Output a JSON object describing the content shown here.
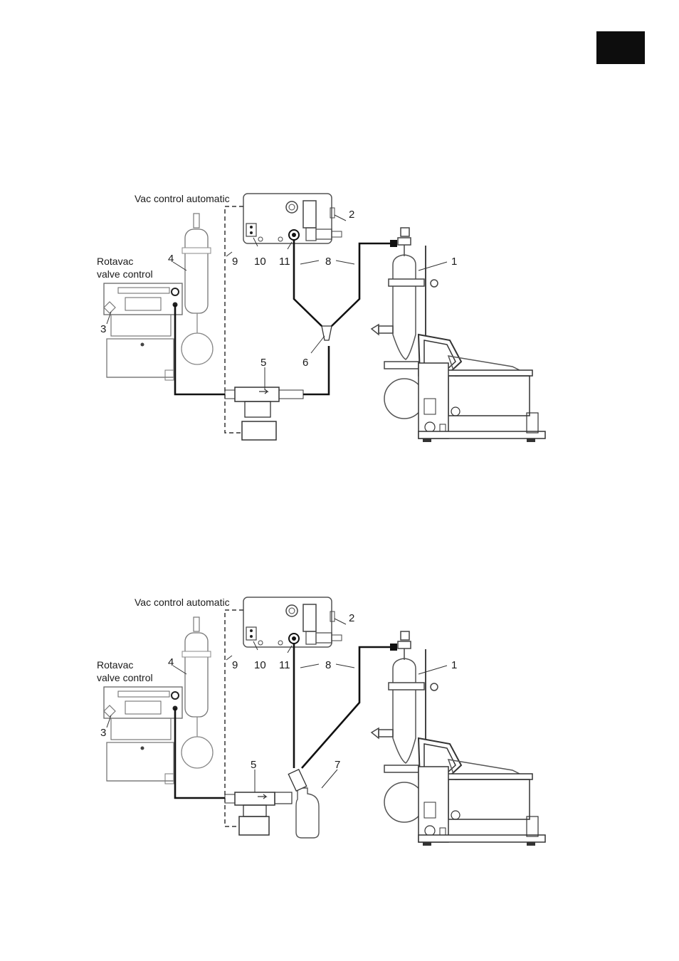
{
  "figures": [
    {
      "device_label": "Vac control automatic",
      "valve_label_line1": "Rotavac",
      "valve_label_line2": "valve control",
      "callouts": [
        "1",
        "2",
        "3",
        "4",
        "5",
        "6",
        "8",
        "9",
        "10",
        "11"
      ]
    },
    {
      "device_label": "Vac control automatic",
      "valve_label_line1": "Rotavac",
      "valve_label_line2": "valve control",
      "callouts": [
        "1",
        "2",
        "3",
        "4",
        "5",
        "7",
        "8",
        "9",
        "10",
        "11"
      ]
    }
  ],
  "colors": {
    "line": "#111111",
    "outline": "#555555",
    "tab": "#0d0d0d"
  }
}
